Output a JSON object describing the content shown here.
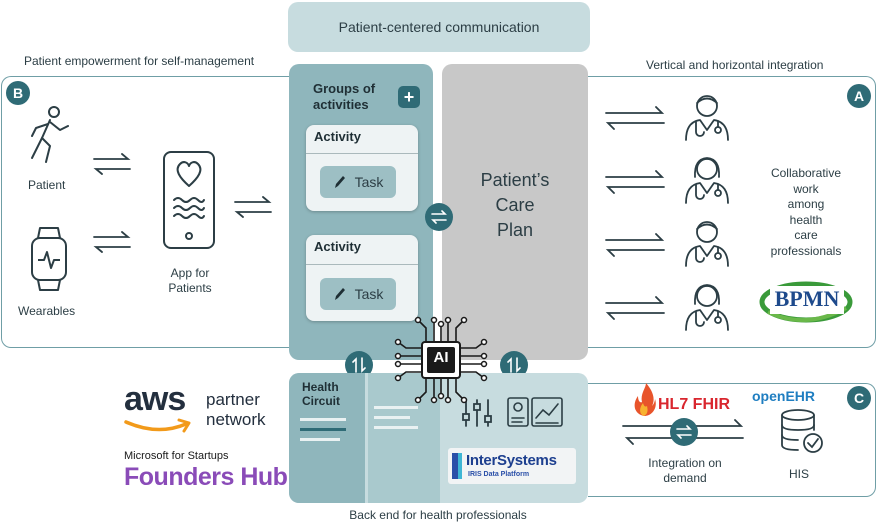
{
  "top_banner": "Patient-centered communication",
  "left_section_label": "Patient empowerment for self-management",
  "right_section_label": "Vertical and horizontal integration",
  "bottom_section_label": "Back end for health professionals",
  "badges": {
    "a": "A",
    "b": "B",
    "c": "C"
  },
  "patient_side": {
    "patient_label": "Patient",
    "wearables_label": "Wearables",
    "app_label_line1": "App for",
    "app_label_line2": "Patients"
  },
  "center": {
    "groups_line1": "Groups of",
    "groups_line2": "activities",
    "add_symbol": "+",
    "activity_1": "Activity",
    "task_1": "Task",
    "activity_2": "Activity",
    "task_2": "Task",
    "care_plan_line1": "Patient’s",
    "care_plan_line2": "Care",
    "care_plan_line3": "Plan",
    "ai_label": "AI",
    "health_circuit_line1": "Health",
    "health_circuit_line2": "Circuit"
  },
  "right_side": {
    "collab_lines": [
      "Collaborative",
      "work",
      "among",
      "health",
      "care",
      "professionals"
    ],
    "bpmn_logo": "BPMN"
  },
  "integration": {
    "hl7_logo": "HL7 FHIR",
    "openehr_logo": "openEHR",
    "integration_line1": "Integration on",
    "integration_line2": "demand",
    "his_label": "HIS"
  },
  "partners": {
    "aws_logo": "aws",
    "aws_partner_line1": "partner",
    "aws_partner_line2": "network",
    "ms_startups": "Microsoft for Startups",
    "founders_hub": "Founders Hub",
    "intersystems_logo": "InterSystems",
    "intersystems_sub": "IRIS Data Platform"
  },
  "colors": {
    "teal_dark": "#2f6b76",
    "teal_mid": "#8fb6bc",
    "teal_light": "#c7dcdf",
    "grey_panel": "#c8c8c8",
    "fhir_red": "#d9262e",
    "openehr_blue": "#1f7ec1",
    "founders_purple": "#8a4bb8",
    "aws_orange": "#f29a1a"
  }
}
